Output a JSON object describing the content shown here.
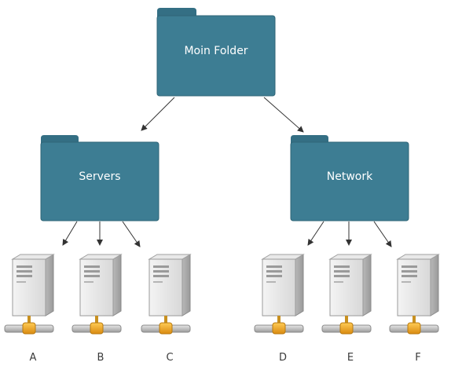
{
  "folders": {
    "main": {
      "label": "Moin Folder"
    },
    "servers": {
      "label": "Servers"
    },
    "network": {
      "label": "Network"
    }
  },
  "servers": [
    {
      "label": "A"
    },
    {
      "label": "B"
    },
    {
      "label": "C"
    },
    {
      "label": "D"
    },
    {
      "label": "E"
    },
    {
      "label": "F"
    }
  ],
  "colors": {
    "folder": "#3d7d93",
    "folder_tab": "#346f84",
    "arrow": "#333333",
    "network_connector": "#e8a020"
  },
  "icons": {
    "folder": "folder-icon",
    "server": "server-tower-icon"
  }
}
